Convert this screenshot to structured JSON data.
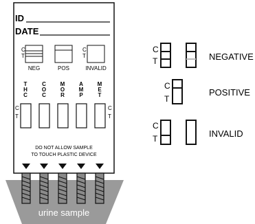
{
  "device": {
    "id_label": "ID",
    "date_label": "DATE",
    "legend": {
      "c_mark": "C",
      "t_mark": "T",
      "neg": "NEG",
      "pos": "POS",
      "invalid": "INVALID"
    },
    "panels": [
      {
        "letters": [
          "T",
          "H",
          "C"
        ]
      },
      {
        "letters": [
          "C",
          "O",
          "C"
        ]
      },
      {
        "letters": [
          "M",
          "O",
          "R"
        ]
      },
      {
        "letters": [
          "A",
          "M",
          "P"
        ]
      },
      {
        "letters": [
          "M",
          "E",
          "T"
        ]
      }
    ],
    "side_c": "C",
    "side_t": "T",
    "warning_line1": "DO NOT ALLOW SAMPLE",
    "warning_line2": "TO TOUCH PLASTIC DEVICE",
    "cup_label": "urine sample"
  },
  "results_key": {
    "c_mark": "C",
    "t_mark": "T",
    "negative": "NEGATIVE",
    "positive": "POSITIVE",
    "invalid": "INVALID"
  }
}
